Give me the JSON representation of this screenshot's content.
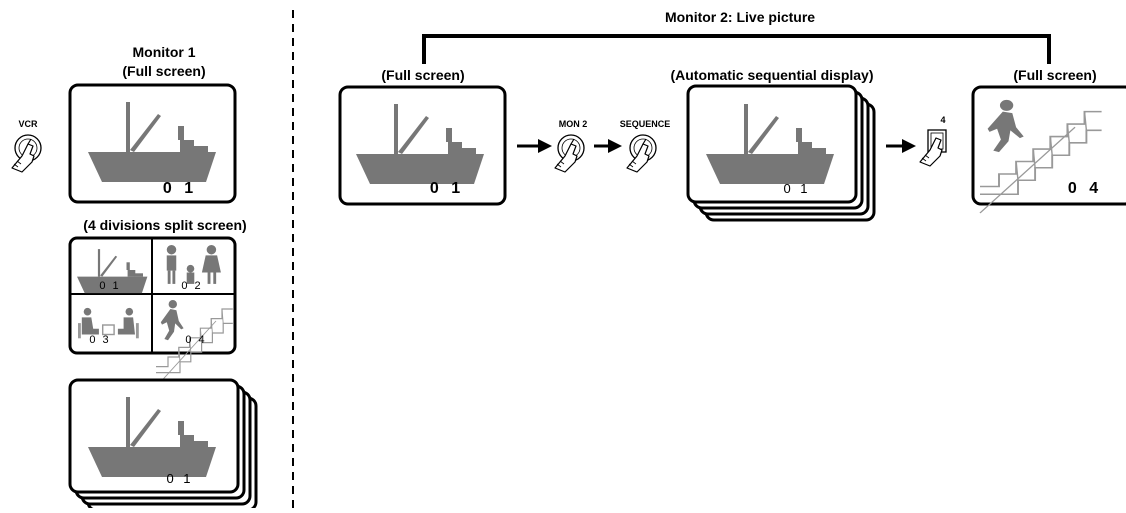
{
  "monitor1": {
    "title_line1": "Monitor 1",
    "title_line2": "(Full screen)",
    "button_vcr": "VCR",
    "full_channel": "0 1",
    "split_label": "(4 divisions split screen)",
    "split_channels": [
      "0 1",
      "0 2",
      "0 3",
      "0 4"
    ],
    "sequential_channel": "0 1"
  },
  "monitor2": {
    "title": "Monitor 2: Live picture",
    "step1_label": "(Full screen)",
    "step1_channel": "0 1",
    "button_mon2": "MON 2",
    "button_sequence": "SEQUENCE",
    "step2_label": "(Automatic sequential display)",
    "step2_channel": "0 1",
    "button_4": "4",
    "step3_label": "(Full screen)",
    "step3_channel": "0 4"
  }
}
